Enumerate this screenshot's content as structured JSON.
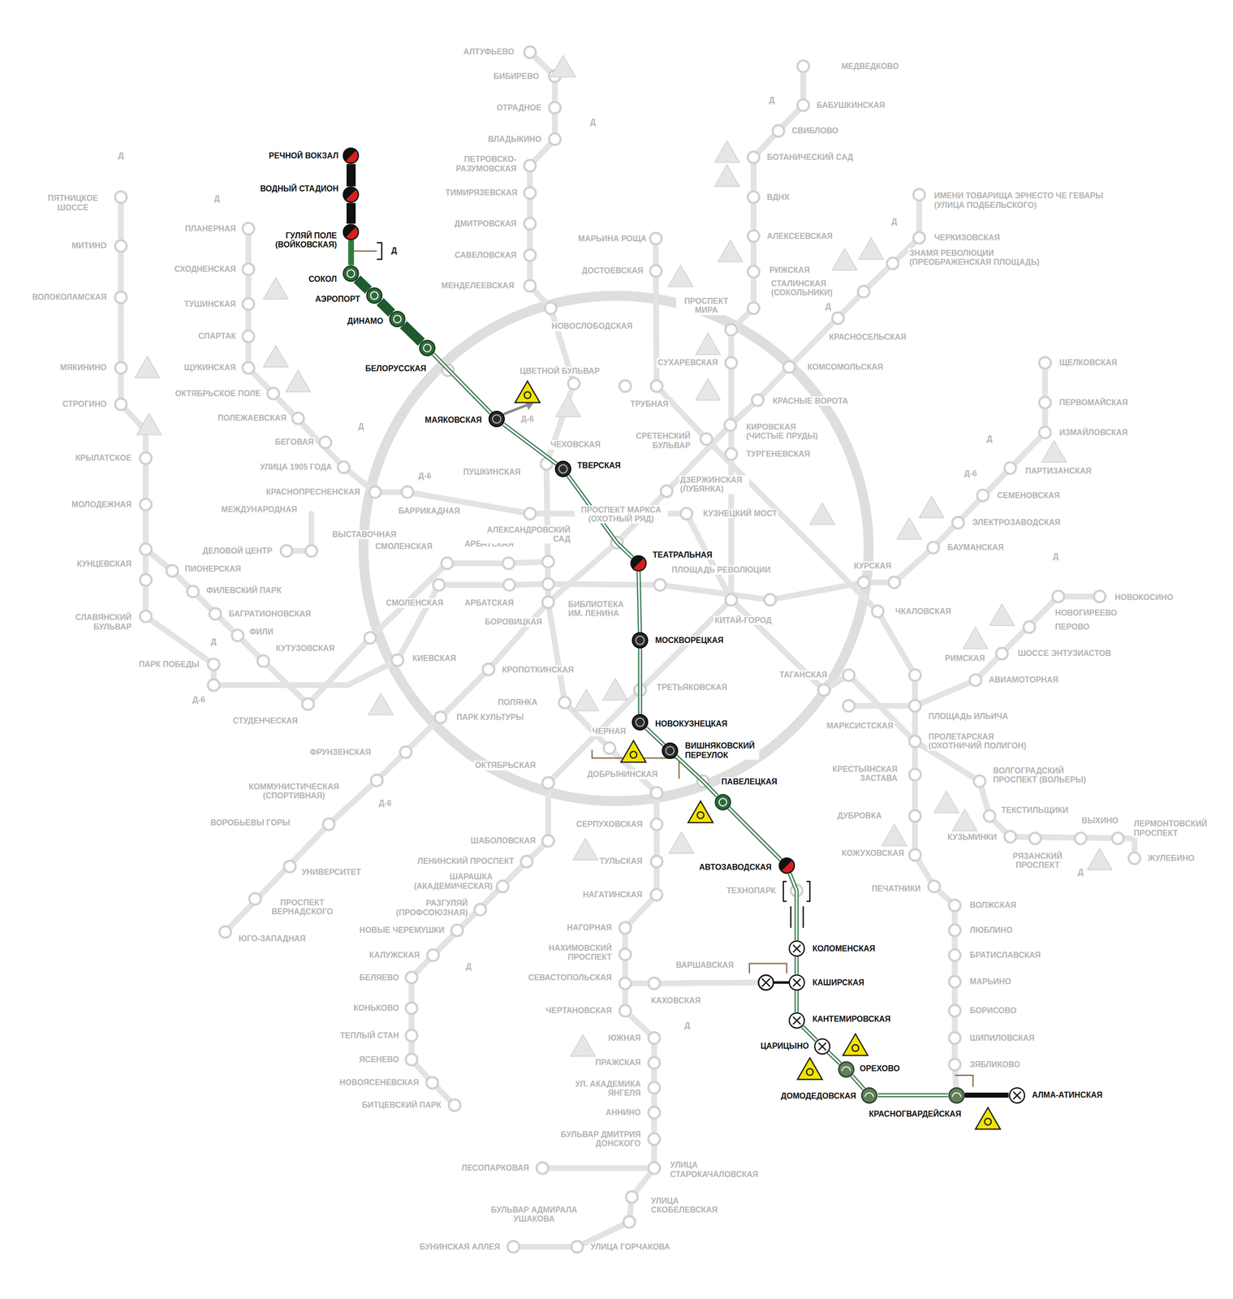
{
  "diagram": {
    "nodes": [
      {
        "text": [
          "РЕЧНОЙ ВОКЗАЛ"
        ]
      },
      {
        "text": [
          "ВОДНЫЙ СТАДИОН"
        ]
      },
      {
        "text": [
          "ГУЛЯЙ ПОЛЕ (ВОЙКОВСКАЯ)"
        ]
      },
      {
        "text": [
          "СОКОЛ"
        ]
      },
      {
        "text": [
          "АЭРОПОРТ"
        ]
      },
      {
        "text": [
          "ДИНАМО"
        ]
      },
      {
        "text": [
          "БЕЛОРУССКАЯ"
        ]
      },
      {
        "text": [
          "МАЯКОВСКАЯ"
        ]
      },
      {
        "text": [
          "ТВЕРСКАЯ"
        ]
      },
      {
        "text": [
          "ТЕАТРАЛЬНАЯ"
        ]
      },
      {
        "text": [
          "МОСКВОРЕЦКАЯ"
        ]
      },
      {
        "text": [
          "НОВОКУЗНЕЦКАЯ"
        ]
      },
      {
        "text": [
          "ВИШНЯКОВСКИЙ ПЕРЕУЛОК"
        ]
      },
      {
        "text": [
          "ПАВЕЛЕЦКАЯ"
        ]
      },
      {
        "text": [
          "АВТОЗАВОДСКАЯ"
        ]
      },
      {
        "text": [
          "КОЛОМЕНСКАЯ"
        ]
      },
      {
        "text": [
          "КАШИРСКАЯ"
        ]
      },
      {
        "text": [
          "КАНТЕМИРОВСКАЯ"
        ]
      },
      {
        "text": [
          "ЦАРИЦЫНО"
        ]
      },
      {
        "text": [
          "ОРЕХОВО"
        ]
      },
      {
        "text": [
          "ДОМОДЕДОВСКАЯ"
        ]
      },
      {
        "text": [
          "КРАСНОГВАРДЕЙСКАЯ"
        ]
      },
      {
        "text": [
          "АЛМА-АТИНСКАЯ"
        ]
      }
    ],
    "edges": [
      {
        "from": 0,
        "to": 1,
        "arrow": "none"
      },
      {
        "from": 1,
        "to": 2,
        "arrow": "none"
      },
      {
        "from": 2,
        "to": 3,
        "arrow": "none"
      },
      {
        "from": 3,
        "to": 4,
        "arrow": "none"
      },
      {
        "from": 4,
        "to": 5,
        "arrow": "none"
      },
      {
        "from": 5,
        "to": 6,
        "arrow": "none"
      },
      {
        "from": 6,
        "to": 7,
        "arrow": "none"
      },
      {
        "from": 7,
        "to": 8,
        "arrow": "none"
      },
      {
        "from": 8,
        "to": 9,
        "arrow": "none"
      },
      {
        "from": 9,
        "to": 10,
        "arrow": "none"
      },
      {
        "from": 10,
        "to": 11,
        "arrow": "none"
      },
      {
        "from": 11,
        "to": 12,
        "arrow": "none"
      },
      {
        "from": 12,
        "to": 13,
        "arrow": "none"
      },
      {
        "from": 13,
        "to": 14,
        "arrow": "none"
      },
      {
        "from": 14,
        "to": 15,
        "arrow": "none"
      },
      {
        "from": 15,
        "to": 16,
        "arrow": "none"
      },
      {
        "from": 16,
        "to": 17,
        "arrow": "none"
      },
      {
        "from": 17,
        "to": 18,
        "arrow": "none"
      },
      {
        "from": 18,
        "to": 19,
        "arrow": "none"
      },
      {
        "from": 19,
        "to": 20,
        "arrow": "none"
      },
      {
        "from": 20,
        "to": 21,
        "arrow": "none"
      },
      {
        "from": 21,
        "to": 22,
        "arrow": "none"
      }
    ],
    "labels": [
      "АЛТУФЬЕВО",
      "БИБИРЕВО",
      "ОТРАДНОЕ",
      "ВЛАДЫКИНО",
      "ПЕТРОВСКО- РАЗУМОВСКАЯ",
      "ТИМИРЯЗЕВСКАЯ",
      "ДМИТРОВСКАЯ",
      "САВЕЛОВСКАЯ",
      "МЕНДЕЛЕЕВСКАЯ",
      "НОВОСЛОБОДСКАЯ",
      "ЦВЕТНОЙ БУЛЬВАР",
      "ЧЕХОВСКАЯ",
      "ПУШКИНСКАЯ",
      "БАРРИКАДНАЯ",
      "КРАСНОПРЕСНЕНСКАЯ",
      "УЛИЦА 1905 ГОДА",
      "БЕГОВАЯ",
      "ПОЛЕЖАЕВСКАЯ",
      "ОКТЯБРЬСКОЕ ПОЛЕ",
      "ЩУКИНСКАЯ",
      "СПАРТАК",
      "ТУШИНСКАЯ",
      "СХОДНЕНСКАЯ",
      "ПЛАНЕРНАЯ",
      "ПЯТНИЦКОЕ ШОССЕ",
      "МИТИНО",
      "ВОЛОКОЛАМСКАЯ",
      "МЯКИНИНО",
      "СТРОГИНО",
      "КРЫЛАТСКОЕ",
      "МОЛОДЕЖНАЯ",
      "КУНЦЕВСКАЯ",
      "СЛАВЯНСКИЙ БУЛЬВАР",
      "ПАРК ПОБЕДЫ",
      "МЕЖДУНАРОДНАЯ",
      "ДЕЛОВОЙ ЦЕНТР",
      "ВЫСТАВОЧНАЯ",
      "ПИОНЕРСКАЯ",
      "ФИЛЕВСКИЙ ПАРК",
      "БАГРАТИОНОВСКАЯ",
      "ФИЛИ",
      "КУТУЗОВСКАЯ",
      "СТУДЕНЧЕСКАЯ",
      "КИЕВСКАЯ",
      "СМОЛЕНСКАЯ",
      "АРБАТСКАЯ",
      "СМОЛЕНСКАЯ",
      "АРБАТСКАЯ",
      "БИБЛИОТЕКА ИМ. ЛЕНИНА",
      "БОРОВИЦКАЯ",
      "КРОПОТКИНСКАЯ",
      "ПОЛЯНКА",
      "ПАРК КУЛЬТУРЫ",
      "ФРУНЗЕНСКАЯ",
      "КОММУНИСТИЧЕСКАЯ (СПОРТИВНАЯ)",
      "ВОРОБЬЕВЫ ГОРЫ",
      "УНИВЕРСИТЕТ",
      "ПРОСПЕКТ ВЕРНАДСКОГО",
      "ЮГО-ЗАПАДНАЯ",
      "АЛЕКСАНДРОВСКИЙ САД",
      "ПРОСПЕКТ МАРКСА (ОХОТНЫЙ РЯД)",
      "ДЗЕРЖИНСКАЯ (ЛУБЯНКА)",
      "КУЗНЕЦКИЙ МОСТ",
      "ПЛОЩАДЬ РЕВОЛЮЦИИ",
      "КИТАЙ-ГОРОД",
      "СРЕТЕНСКИЙ БУЛЬВАР",
      "КИРОВСКАЯ (ЧИСТЫЕ ПРУДЫ)",
      "ТУРГЕНЕВСКАЯ",
      "ТРУБНАЯ",
      "СУХАРЕВСКАЯ",
      "ПРОСПЕКТ МИРА",
      "КРАСНЫЕ ВОРОТА",
      "КОМСОМОЛЬСКАЯ",
      "КРАСНОСЕЛЬСКАЯ",
      "СТАЛИНСКАЯ (СОКОЛЬНИКИ)",
      "РИЖСКАЯ",
      "АЛЕКСЕЕВСКАЯ",
      "ВДНХ",
      "БОТАНИЧЕСКИЙ САД",
      "СВИБЛОВО",
      "БАБУШКИНСКАЯ",
      "МЕДВЕДКОВО",
      "ИМЕНИ ТОВАРИЩА ЭРНЕСТО ЧЕ ГЕВАРЫ (УЛИЦА ПОДБЕЛЬСКОГО)",
      "ЧЕРКИЗОВСКАЯ",
      "ЗНАМЯ РЕВОЛЮЦИИ (ПРЕОБРАЖЕНСКАЯ ПЛОЩАДЬ)",
      "МАРЬИНА РОЩА",
      "ДОСТОЕВСКАЯ",
      "ЩЕЛКОВСКАЯ",
      "ПЕРВОМАЙСКАЯ",
      "ИЗМАЙЛОВСКАЯ",
      "ПАРТИЗАНСКАЯ",
      "СЕМЕНОВСКАЯ",
      "ЭЛЕКТРОЗАВОДСКАЯ",
      "БАУМАНСКАЯ",
      "КУРСКАЯ",
      "ЧКАЛОВСКАЯ",
      "НОВОКОСИНО",
      "НОВОГИРЕЕВО",
      "ПЕРОВО",
      "ШОССЕ ЭНТУЗИАСТОВ",
      "АВИАМОТОРНАЯ",
      "РИМСКАЯ",
      "ПЛОЩАДЬ ИЛЬИЧА",
      "ТАГАНСКАЯ",
      "МАРКСИСТСКАЯ",
      "ТРЕТЬЯКОВСКАЯ",
      "ПРОЛЕТАРСКАЯ (ОХОТНИЧИЙ ПОЛИГОН)",
      "ВОЛГОГРАДСКИЙ ПРОСПЕКТ (ВОЛЬЕРЫ)",
      "ТЕКСТИЛЬЩИКИ",
      "ВЫХИНО",
      "ЛЕРМОНТОВСКИЙ ПРОСПЕКТ",
      "ЖУЛЕБИНО",
      "КУЗЬМИНКИ",
      "РЯЗАНСКИЙ ПРОСПЕКТ",
      "КРЕСТЬЯНСКАЯ ЗАСТАВА",
      "ДУБРОВКА",
      "КОЖУХОВСКАЯ",
      "ПЕЧАТНИКИ",
      "ВОЛЖСКАЯ",
      "ЛЮБЛИНО",
      "БРАТИСЛАВСКАЯ",
      "МАРЬИНО",
      "БОРИСОВО",
      "ШИПИЛОВСКАЯ",
      "ЗЯБЛИКОВО",
      "ЧЕРНАЯ",
      "ОКТЯБРЬСКАЯ",
      "ДОБРЫНИНСКАЯ",
      "СЕРПУХОВСКАЯ",
      "ТУЛЬСКАЯ",
      "НАГАТИНСКАЯ",
      "НАГОРНАЯ",
      "НАХИМОВСКИЙ ПРОСПЕКТ",
      "СЕВАСТОПОЛЬСКАЯ",
      "ВАРШАВСКАЯ",
      "КАХОВСКАЯ",
      "ЧЕРТАНОВСКАЯ",
      "ЮЖНАЯ",
      "ПРАЖСКАЯ",
      "УЛ. АКАДЕМИКА ЯНГЕЛЯ",
      "АННИНО",
      "БУЛЬВАР ДМИТРИЯ ДОНСКОГО",
      "ЛЕСОПАРКОВАЯ",
      "УЛИЦА СТАРОКАЧАЛОВСКАЯ",
      "УЛИЦА СКОБЕЛЕВСКАЯ",
      "БУЛЬВАР АДМИРАЛА УШАКОВА",
      "БУНИНСКАЯ АЛЛЕЯ",
      "УЛИЦА ГОРЧАКОВА",
      "ШАБОЛОВСКАЯ",
      "ЛЕНИНСКИЙ ПРОСПЕКТ",
      "ШАРАШКА (АКАДЕМИЧЕСКАЯ)",
      "РАЗГУЛЯЙ (ПРОФСОЮЗНАЯ)",
      "НОВЫЕ ЧЕРЕМУШКИ",
      "КАЛУЖСКАЯ",
      "БЕЛЯЕВО",
      "КОНЬКОВО",
      "ТЕПЛЫЙ СТАН",
      "ЯСЕНЕВО",
      "НОВОЯСЕНЕВСКАЯ",
      "БИТЦЕВСКИЙ ПАРК",
      "ТЕХНОПАРК",
      "Д",
      "Д",
      "Д",
      "Д",
      "Д",
      "Д",
      "Д",
      "Д",
      "Д",
      "Д",
      "Д",
      "Д",
      "Д",
      "Д",
      "Д-6",
      "Д-6",
      "Д-6",
      "Д-6",
      "Д-6"
    ]
  }
}
